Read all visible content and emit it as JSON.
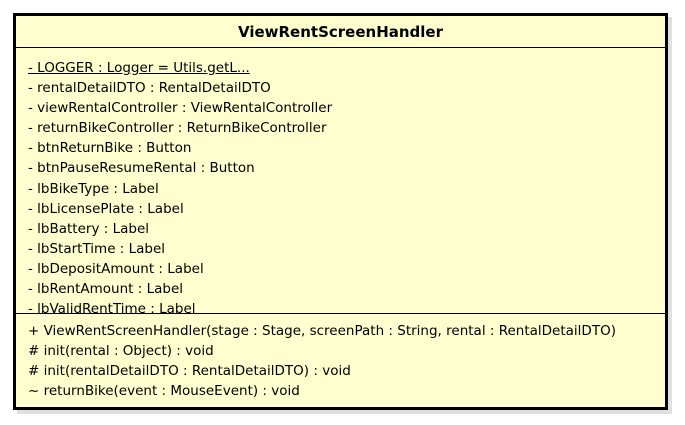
{
  "uml_class": {
    "name": "ViewRentScreenHandler",
    "attributes": [
      "- LOGGER : Logger = Utils.getL...",
      "- rentalDetailDTO : RentalDetailDTO",
      "- viewRentalController : ViewRentalController",
      "- returnBikeController : ReturnBikeController",
      "- btnReturnBike : Button",
      "- btnPauseResumeRental : Button",
      "- lbBikeType : Label",
      "- lbLicensePlate : Label",
      "- lbBattery : Label",
      "- lbStartTime : Label",
      "- lbDepositAmount : Label",
      "- lbRentAmount : Label",
      "- lbValidRentTime : Label"
    ],
    "operations": [
      "+ ViewRentScreenHandler(stage : Stage, screenPath : String, rental : RentalDetailDTO)",
      "# init(rental : Object) : void",
      "# init(rentalDetailDTO : RentalDetailDTO) : void",
      "~ returnBike(event : MouseEvent) : void"
    ],
    "colors": {
      "fill": "#FEFECE",
      "border": "#000000",
      "text": "#000000"
    }
  }
}
